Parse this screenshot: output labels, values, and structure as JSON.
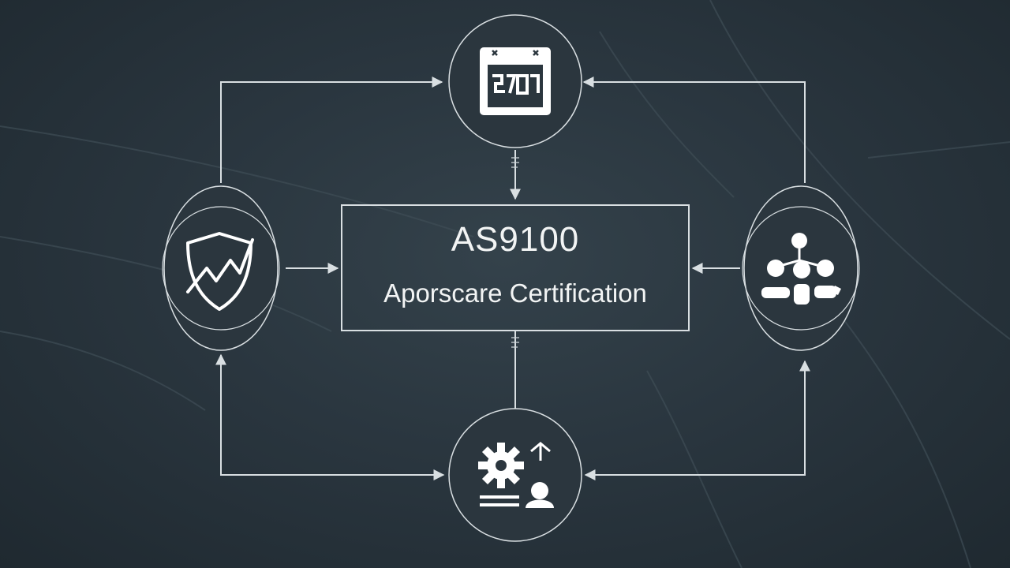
{
  "center": {
    "title": "AS9100",
    "subtitle": "Aporscare Certification"
  },
  "nodes": [
    {
      "position": "top",
      "icon": "calendar-icon"
    },
    {
      "position": "left",
      "icon": "shield-icon"
    },
    {
      "position": "right",
      "icon": "people-hierarchy-icon"
    },
    {
      "position": "bottom",
      "icon": "gear-person-icon"
    }
  ],
  "colors": {
    "background": "#2a363f",
    "line": "#d9dfe2",
    "text": "#f2f4f4"
  }
}
